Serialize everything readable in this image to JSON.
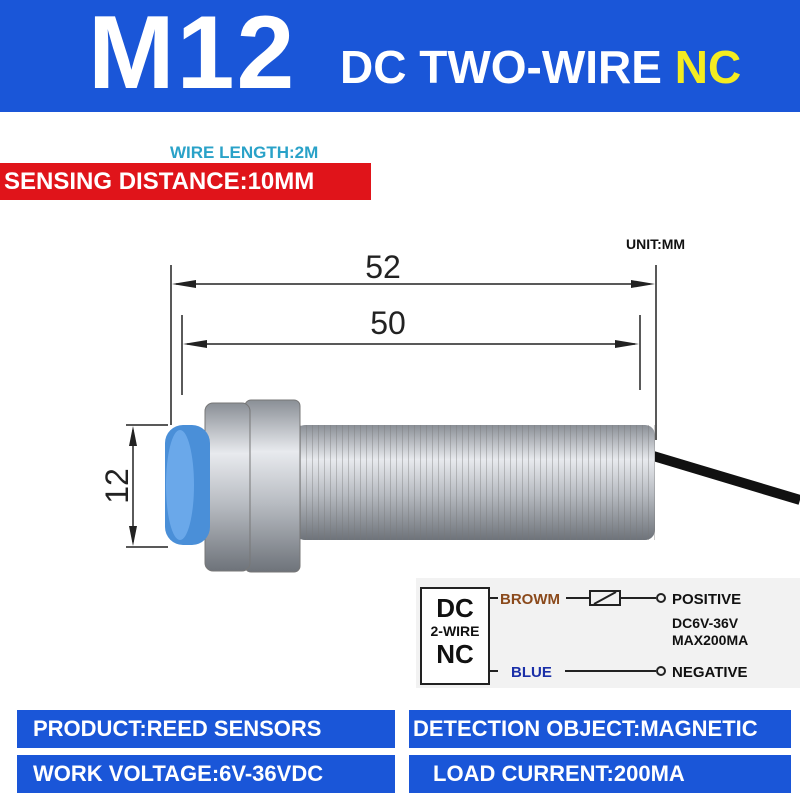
{
  "header": {
    "model": "M12",
    "subtitle": "DC TWO-WIRE",
    "subtitle_highlight": "NC"
  },
  "wire_length": "WIRE LENGTH:2M",
  "sensing_distance": "SENSING DISTANCE:10MM",
  "unit": "UNIT:MM",
  "dimensions": {
    "overall": "52",
    "body": "50",
    "diameter": "12"
  },
  "wiring": {
    "box_top": "DC",
    "box_mid": "2-WIRE",
    "box_bottom": "NC",
    "brown_label": "BROWM",
    "blue_label": "BLUE",
    "positive": "POSITIVE",
    "negative": "NEGATIVE",
    "voltage": "DC6V-36V",
    "max_current": "MAX200MA"
  },
  "specs": {
    "product": "PRODUCT:REED SENSORS",
    "detection": "DETECTION OBJECT:MAGNETIC",
    "voltage": "WORK VOLTAGE:6V-36VDC",
    "load": "LOAD CURRENT:200MA"
  },
  "colors": {
    "blue": "#1a56d8",
    "red": "#e0141a",
    "yellow": "#f4ec20",
    "brown": "#8b4a1c",
    "wire_blue": "#1a2fa8"
  }
}
